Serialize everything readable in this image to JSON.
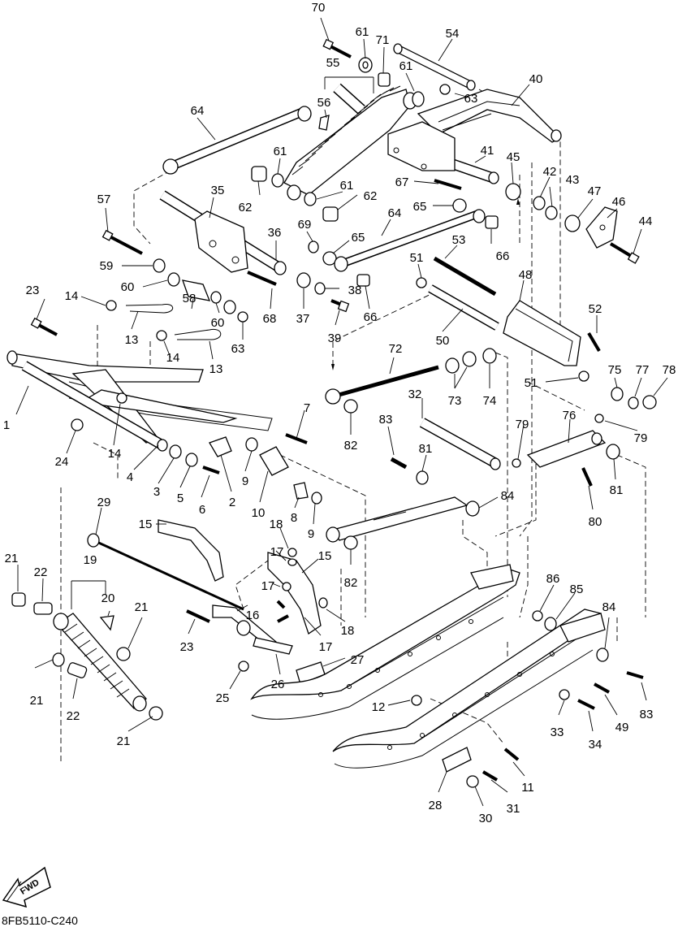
{
  "diagram": {
    "code": "8FB5110-C240",
    "fwd_label": "FWD",
    "callouts": {
      "c70": "70",
      "c61a": "61",
      "c71": "71",
      "c54": "54",
      "c55": "55",
      "c61b": "61",
      "c40": "40",
      "c63a": "63",
      "c64a": "64",
      "c56": "56",
      "c41": "41",
      "c45": "45",
      "c61c": "61",
      "c67": "67",
      "c42": "42",
      "c43": "43",
      "c47": "47",
      "c46": "46",
      "c44": "44",
      "c61d": "61",
      "c62a": "62",
      "c62b": "62",
      "c65a": "65",
      "c57": "57",
      "c35": "35",
      "c69": "69",
      "c64b": "64",
      "c36": "36",
      "c65b": "65",
      "c53": "53",
      "c66a": "66",
      "c59": "59",
      "c51a": "51",
      "c48": "48",
      "c60a": "60",
      "c38": "38",
      "c52": "52",
      "c23a": "23",
      "c14a": "14",
      "c58": "58",
      "c60b": "60",
      "c68": "68",
      "c37": "37",
      "c66b": "66",
      "c39": "39",
      "c50": "50",
      "c13a": "13",
      "c63b": "63",
      "c14b": "14",
      "c13b": "13",
      "c72": "72",
      "c75": "75",
      "c77": "77",
      "c78": "78",
      "c51b": "51",
      "c73": "73",
      "c74": "74",
      "c1": "1",
      "c32": "32",
      "c7": "7",
      "c79a": "79",
      "c76": "76",
      "c79b": "79",
      "c24": "24",
      "c14c": "14",
      "c83a": "83",
      "c82a": "82",
      "c4": "4",
      "c9a": "9",
      "c3": "3",
      "c5": "5",
      "c6": "6",
      "c2": "2",
      "c81a": "81",
      "c81b": "81",
      "c80": "80",
      "c10": "10",
      "c84a": "84",
      "c29": "29",
      "c8": "8",
      "c9b": "9",
      "c15a": "15",
      "c18a": "18",
      "c82b": "82",
      "c21a": "21",
      "c19": "19",
      "c17a": "17",
      "c15b": "15",
      "c22a": "22",
      "c17b": "17",
      "c86": "86",
      "c85": "85",
      "c84b": "84",
      "c20": "20",
      "c21b": "21",
      "c16": "16",
      "c18b": "18",
      "c23b": "23",
      "c17c": "17",
      "c27": "27",
      "c21c": "21",
      "c22b": "22",
      "c26": "26",
      "c25": "25",
      "c12": "12",
      "c83b": "83",
      "c33": "33",
      "c49": "49",
      "c34": "34",
      "c21d": "21",
      "c11": "11",
      "c28": "28",
      "c31": "31",
      "c30": "30"
    }
  }
}
